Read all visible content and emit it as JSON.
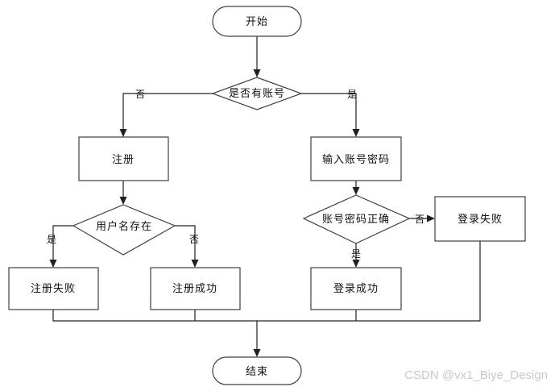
{
  "nodes": {
    "start": "开始",
    "has_account": "是否有账号",
    "register": "注册",
    "input_credentials": "输入账号密码",
    "username_exists": "用户名存在",
    "credentials_correct": "账号密码正确",
    "login_failed": "登录失败",
    "register_failed": "注册失败",
    "register_success": "注册成功",
    "login_success": "登录成功",
    "end": "结束"
  },
  "edges": {
    "no_account": "否",
    "yes_account": "是",
    "username_yes": "是",
    "username_no": "否",
    "creds_no": "否",
    "creds_yes": "是"
  },
  "watermark": "CSDN @vx1_Biye_Design"
}
